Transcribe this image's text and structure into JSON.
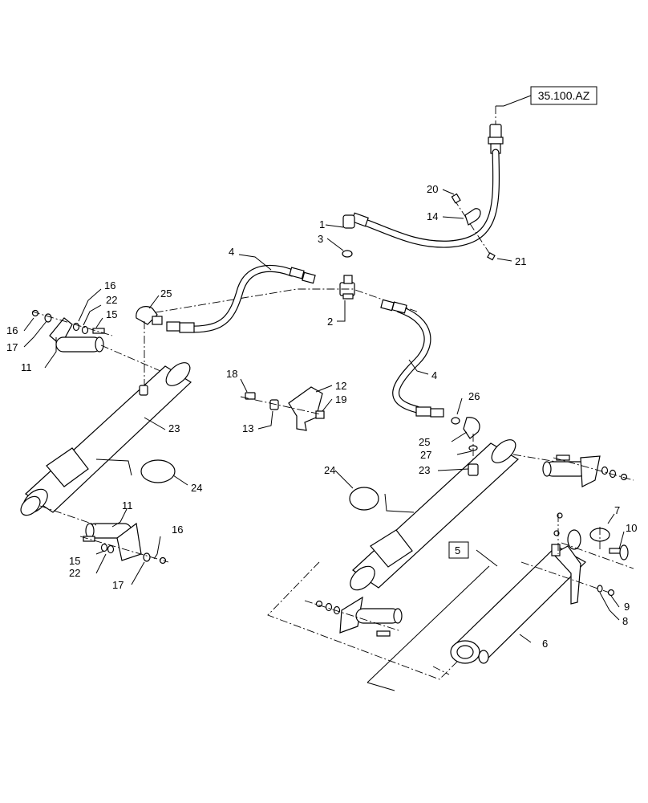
{
  "reference": {
    "label": "35.100.AZ"
  },
  "callouts": {
    "c1": "1",
    "c2": "2",
    "c3": "3",
    "c4a": "4",
    "c4b": "4",
    "c5": "5",
    "c6": "6",
    "c7": "7",
    "c8": "8",
    "c9": "9",
    "c10": "10",
    "c11a": "11",
    "c11b": "11",
    "c12": "12",
    "c13": "13",
    "c14": "14",
    "c15a": "15",
    "c15b": "15",
    "c16a": "16",
    "c16b": "16",
    "c16c": "16",
    "c17a": "17",
    "c17b": "17",
    "c18": "18",
    "c19": "19",
    "c20": "20",
    "c21": "21",
    "c22a": "22",
    "c22b": "22",
    "c23a": "23",
    "c23b": "23",
    "c24a": "24",
    "c24b": "24",
    "c25a": "25",
    "c25b": "25",
    "c26": "26",
    "c27": "27"
  }
}
